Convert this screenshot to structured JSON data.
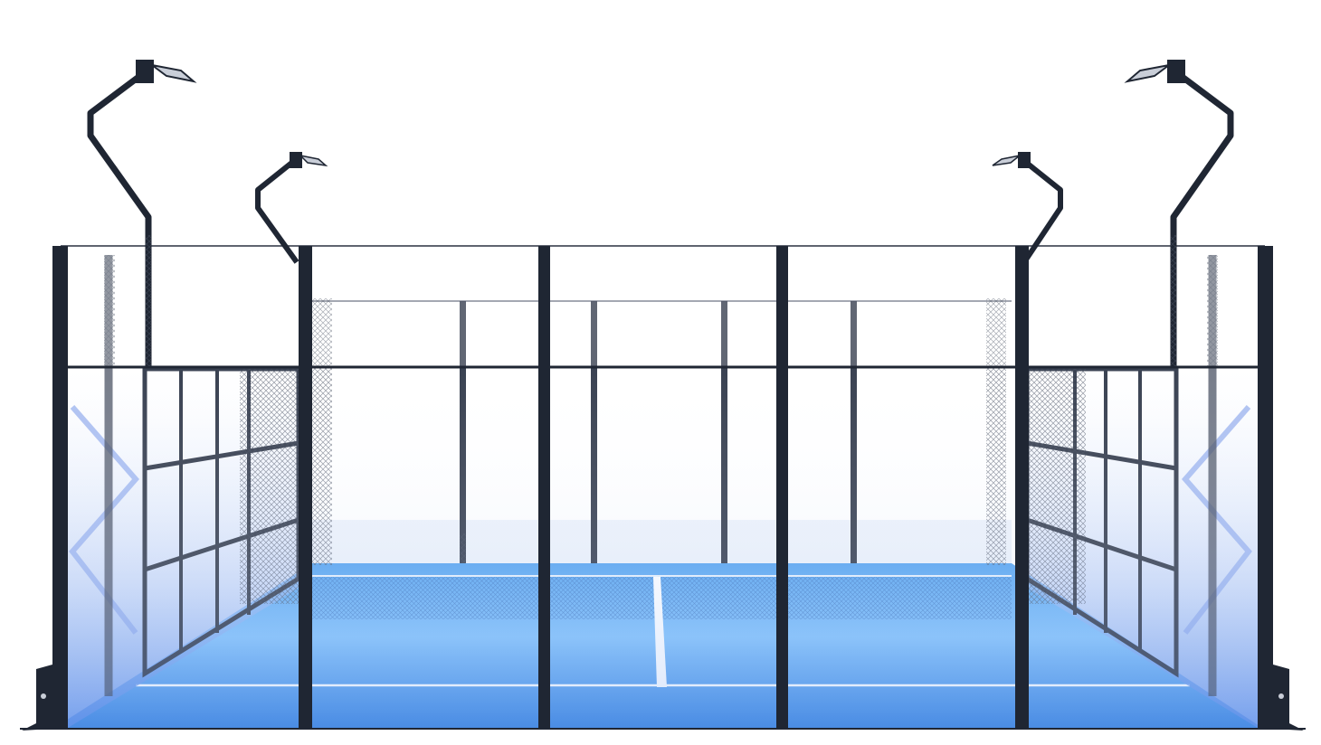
{
  "scene": {
    "subject": "padel-court",
    "colors": {
      "background": "#ffffff",
      "frame": "#1f2633",
      "court_blue": "#3f8fe6",
      "court_light": "#8cc8fa",
      "glass_tint": "#a9c6f5",
      "line_white": "#ffffff",
      "mesh": "#4a5264"
    },
    "counts": {
      "front_posts": 6,
      "back_posts": 4,
      "floodlights": 4
    }
  }
}
